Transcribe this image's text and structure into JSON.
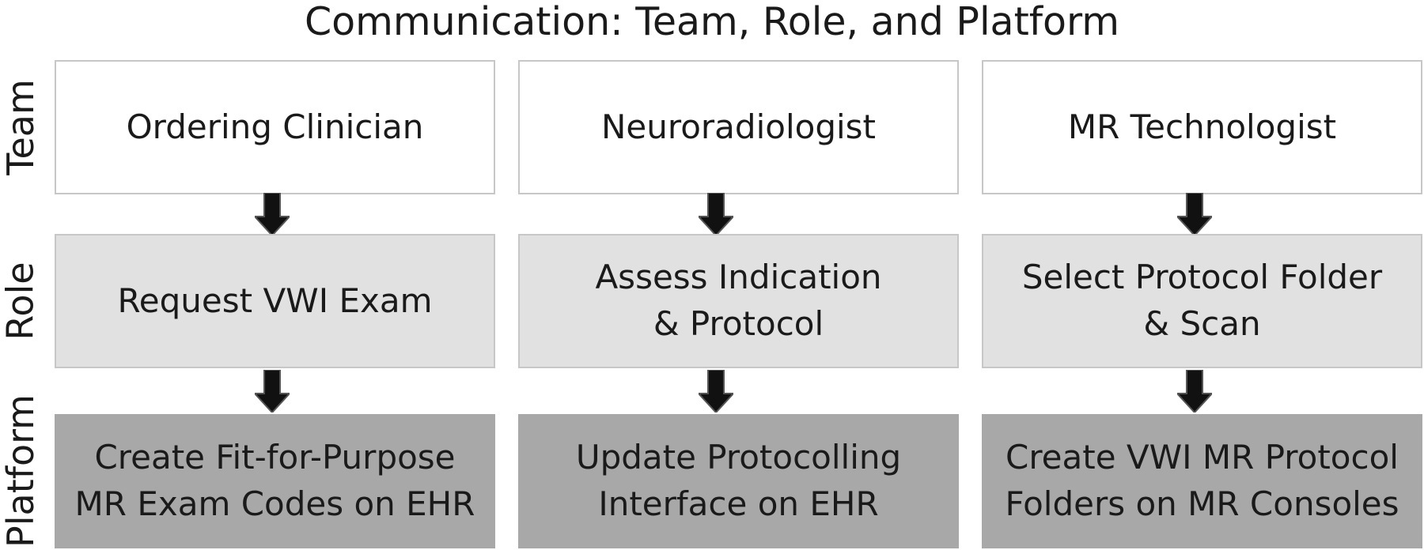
{
  "title": "Communication: Team, Role, and Platform",
  "row_labels": [
    "Team",
    "Role",
    "Platform"
  ],
  "columns": [
    {
      "team": "Ordering Clinician",
      "role": "Request VWI Exam",
      "platform": "Create Fit-for-Purpose\nMR Exam Codes on EHR"
    },
    {
      "team": "Neuroradiologist",
      "role": "Assess Indication\n& Protocol",
      "platform": "Update Protocolling\nInterface on EHR"
    },
    {
      "team": "MR Technologist",
      "role": "Select Protocol Folder\n& Scan",
      "platform": "Create VWI MR Protocol\nFolders on MR Consoles"
    }
  ],
  "colors": {
    "team_fill": "#ffffff",
    "role_fill": "#e1e1e1",
    "platform_fill": "#a8a8a8",
    "arrow_fill": "#111111"
  }
}
